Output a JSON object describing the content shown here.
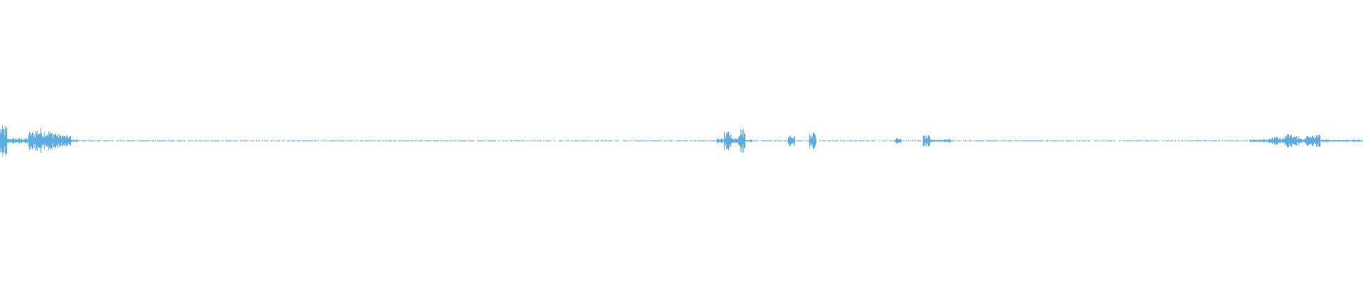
{
  "chart_data": {
    "type": "waveform",
    "color": "#5DADE2",
    "background": "#ffffff",
    "axes": "none",
    "grid": false,
    "amplitude_range": [
      -1,
      1
    ],
    "envelope_bins": [
      0.11,
      0.02,
      0.02,
      0.02,
      0.07,
      0.09,
      0.08,
      0.07,
      0.05,
      0.04,
      0.01,
      0.003,
      0.003,
      0.003,
      0.003,
      0.003,
      0.003,
      0.003,
      0.003,
      0.003,
      0.003,
      0.003,
      0.003,
      0.003,
      0.003,
      0.003,
      0.003,
      0.003,
      0.003,
      0.003,
      0.003,
      0.003,
      0.003,
      0.003,
      0.003,
      0.003,
      0.003,
      0.003,
      0.003,
      0.003,
      0.003,
      0.003,
      0.003,
      0.003,
      0.003,
      0.003,
      0.003,
      0.003,
      0.003,
      0.003,
      0.003,
      0.003,
      0.003,
      0.003,
      0.003,
      0.003,
      0.003,
      0.003,
      0.003,
      0.003,
      0.003,
      0.003,
      0.003,
      0.003,
      0.003,
      0.003,
      0.003,
      0.003,
      0.003,
      0.003,
      0.003,
      0.003,
      0.003,
      0.003,
      0.003,
      0.003,
      0.003,
      0.003,
      0.003,
      0.003,
      0.003,
      0.003,
      0.003,
      0.003,
      0.003,
      0.003,
      0.003,
      0.003,
      0.003,
      0.003,
      0.003,
      0.003,
      0.003,
      0.003,
      0.003,
      0.003,
      0.003,
      0.003,
      0.003,
      0.003,
      0.003,
      0.02,
      0.07,
      0.02,
      0.09,
      0.01,
      0.003,
      0.003,
      0.003,
      0.003,
      0.003,
      0.04,
      0.003,
      0.003,
      0.06,
      0.003,
      0.003,
      0.003,
      0.003,
      0.003,
      0.003,
      0.003,
      0.003,
      0.003,
      0.003,
      0.003,
      0.02,
      0.003,
      0.003,
      0.003,
      0.04,
      0.01,
      0.01,
      0.015,
      0.003,
      0.003,
      0.003,
      0.003,
      0.003,
      0.003,
      0.003,
      0.003,
      0.003,
      0.003,
      0.003,
      0.003,
      0.003,
      0.003,
      0.003,
      0.003,
      0.003,
      0.003,
      0.003,
      0.003,
      0.003,
      0.003,
      0.003,
      0.003,
      0.003,
      0.003,
      0.003,
      0.003,
      0.003,
      0.003,
      0.003,
      0.003,
      0.003,
      0.003,
      0.003,
      0.003,
      0.003,
      0.003,
      0.003,
      0.003,
      0.003,
      0.003,
      0.01,
      0.015,
      0.015,
      0.03,
      0.02,
      0.05,
      0.04,
      0.02,
      0.04,
      0.045,
      0.01,
      0.008,
      0.008,
      0.008,
      0.008,
      0.008
    ]
  }
}
